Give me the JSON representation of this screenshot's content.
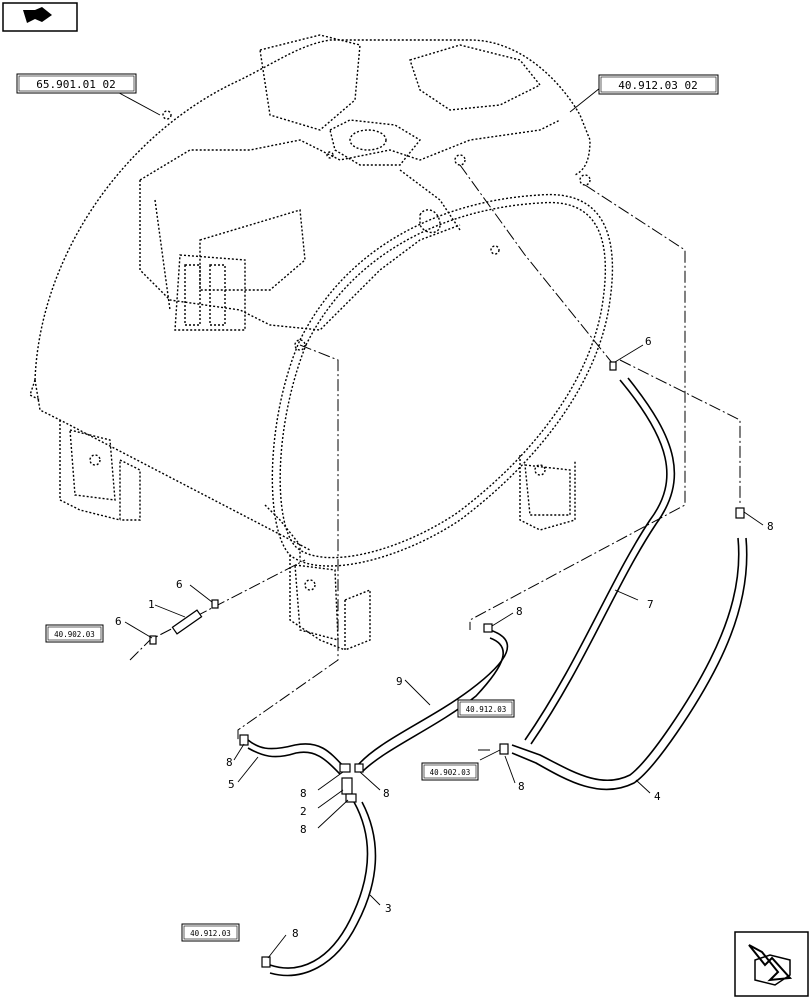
{
  "ref_boxes": {
    "top_left": "65.901.01 02",
    "top_right": "40.912.03 02",
    "left_mid": "40.902.03",
    "center": "40.912.03",
    "center_low": "40.902.03",
    "bottom_left": "40.912.03"
  },
  "callouts": {
    "c1": "1",
    "c2": "2",
    "c3": "3",
    "c4": "4",
    "c5": "5",
    "c6a": "6",
    "c6b": "6",
    "c6c": "6",
    "c7": "7",
    "c8a": "8",
    "c8b": "8",
    "c8c": "8",
    "c8d": "8",
    "c8e": "8",
    "c8f": "8",
    "c8g": "8",
    "c8h": "8",
    "c9": "9"
  },
  "icons": {
    "top_left": "previous-page-icon",
    "bottom_right": "next-page-icon"
  }
}
